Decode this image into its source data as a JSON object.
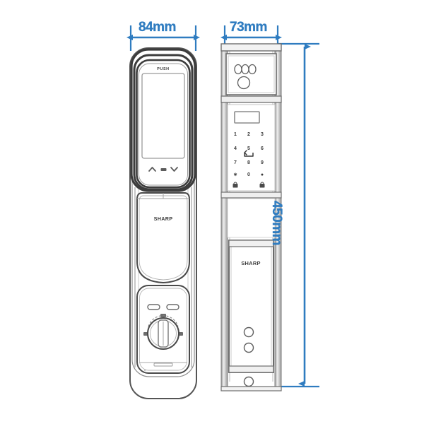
{
  "drawing": {
    "type": "product-dimension-technical-drawing",
    "subject": "SHARP smart door lock",
    "brand": "SHARP",
    "dimension_color": "#2f7cc0",
    "line_color": "#4a4a4a",
    "background": "#ffffff",
    "dimensions": {
      "front_width": "84mm",
      "side_width": "73mm",
      "height": "450mm"
    },
    "views": [
      {
        "id": "front-view",
        "name": "front-view",
        "width_label": "84mm",
        "push_label": "PUSH",
        "brand_label": "SHARP",
        "button_icons": [
          "chevron-up-icon",
          "rectangle-icon",
          "chevron-down-icon"
        ],
        "indicator_count": 2,
        "knob": "thumb-turn-knob"
      },
      {
        "id": "side-view",
        "name": "side-view",
        "width_label": "73mm",
        "brand_label": "SHARP",
        "sensor_icons": [
          "oval-icon",
          "oval-icon",
          "oval-icon",
          "circle-icon"
        ],
        "display": "small-display-window",
        "keypad": {
          "rows": [
            [
              "1",
              "2",
              "3"
            ],
            [
              "4",
              "5",
              "6"
            ],
            [
              "7",
              "8",
              "9"
            ],
            [
              "∗",
              "0",
              "●"
            ],
            [
              "⌂",
              "⌂"
            ]
          ],
          "center_icon": "backspace-icon"
        },
        "port_circles": 3
      }
    ]
  }
}
